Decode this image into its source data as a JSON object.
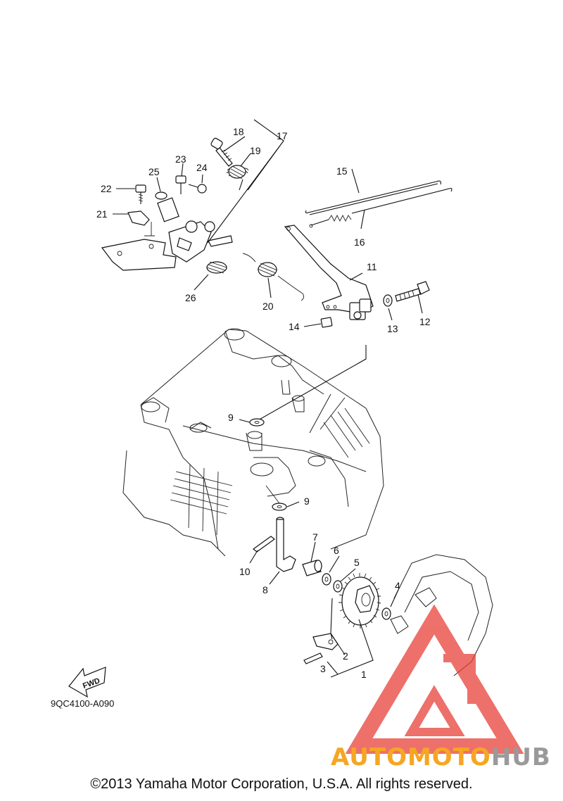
{
  "diagram": {
    "catalog_code": "9QC4100-A090",
    "copyright": "©2013 Yamaha Motor Corporation, U.S.A. All rights reserved.",
    "fwd_label": "FWD",
    "callouts": [
      "1",
      "2",
      "3",
      "4",
      "5",
      "6",
      "7",
      "8",
      "9",
      "9",
      "10",
      "11",
      "12",
      "13",
      "14",
      "15",
      "16",
      "17",
      "18",
      "19",
      "20",
      "21",
      "22",
      "23",
      "24",
      "25",
      "26"
    ]
  },
  "watermark": {
    "brand_part1": "AUTOMOTO",
    "brand_part2": "HUB",
    "accent_color": "#e8413a",
    "orange_color": "#f5a623",
    "gray_color": "#9a9a9a"
  }
}
